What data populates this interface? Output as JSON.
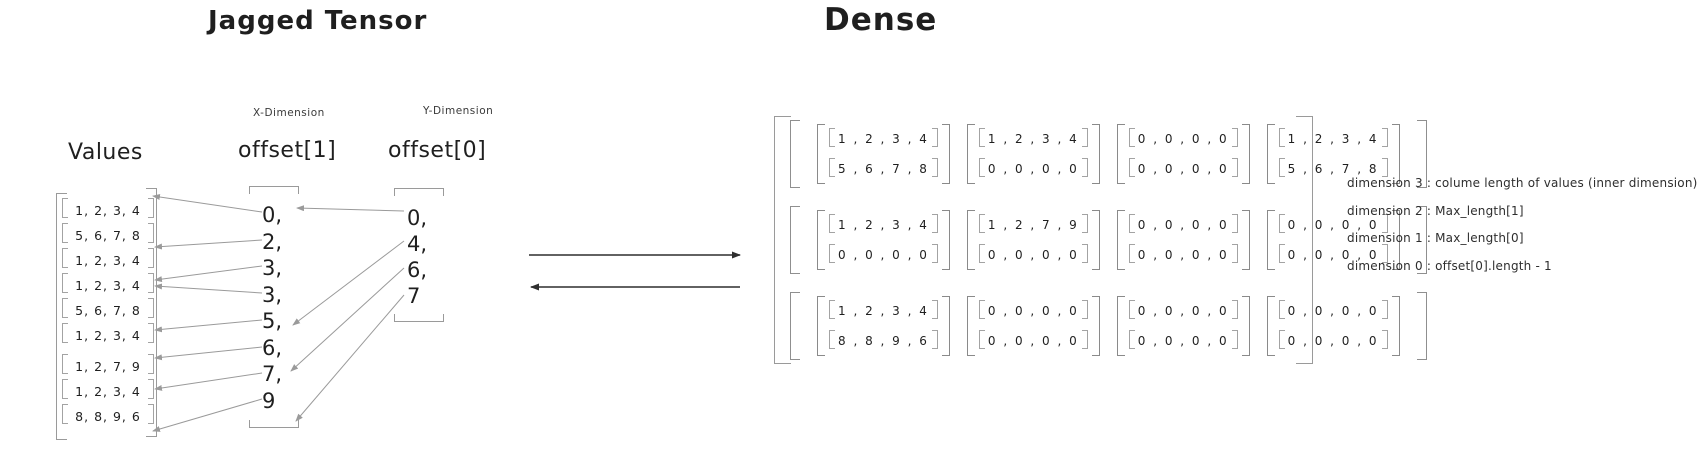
{
  "colors": {
    "ink": "#1f1f1f",
    "bracket_gray": "#9a9a9a",
    "arrow_gray": "#9a9a9a",
    "arrow_dark": "#2f2f2f",
    "background": "#ffffff"
  },
  "jagged": {
    "title": "Jagged Tensor",
    "values_label": "Values",
    "x_dimension_label": "X-Dimension",
    "y_dimension_label": "Y-Dimension",
    "offset1_label": "offset[1]",
    "offset0_label": "offset[0]",
    "values": [
      "1, 2, 3, 4",
      "5, 6, 7, 8",
      "1, 2, 3, 4",
      "1, 2, 3, 4",
      "5, 6, 7, 8",
      "1, 2, 3, 4",
      "1, 2, 7, 9",
      "1, 2, 3, 4",
      "8, 8, 9, 6"
    ],
    "offset1": [
      "0,",
      "2,",
      "3,",
      "3,",
      "5,",
      "6,",
      "7,",
      "9"
    ],
    "offset0": [
      "0,",
      "4,",
      "6,",
      "7"
    ]
  },
  "dense": {
    "title": "Dense",
    "rows": [
      [
        [
          "1 , 2 , 3 , 4",
          "5 , 6 , 7 , 8"
        ],
        [
          "1 , 2 , 3 , 4",
          "0 , 0 , 0 , 0"
        ],
        [
          "0 , 0 , 0 , 0",
          "0 , 0 , 0 , 0"
        ],
        [
          "1 , 2 , 3 , 4",
          "5 , 6 , 7 , 8"
        ]
      ],
      [
        [
          "1 , 2 , 3 , 4",
          "0 , 0 , 0 , 0"
        ],
        [
          "1 , 2 , 7 , 9",
          "0 , 0 , 0 , 0"
        ],
        [
          "0 , 0 , 0 , 0",
          "0 , 0 , 0 , 0"
        ],
        [
          "0 , 0 , 0 , 0",
          "0 , 0 , 0 , 0"
        ]
      ],
      [
        [
          "1 , 2 , 3 , 4",
          "8 , 8 , 9 , 6"
        ],
        [
          "0 , 0 , 0 , 0",
          "0 , 0 , 0 , 0"
        ],
        [
          "0 , 0 , 0 , 0",
          "0 , 0 , 0 , 0"
        ],
        [
          "0 , 0 , 0 , 0",
          "0 , 0 , 0 , 0"
        ]
      ]
    ]
  },
  "annotations": [
    "dimension 3 : colume length of values (inner dimension)",
    "dimension 2 : Max_length[1]",
    "dimension 1 : Max_length[0]",
    "dimension 0 : offset[0].length - 1"
  ]
}
